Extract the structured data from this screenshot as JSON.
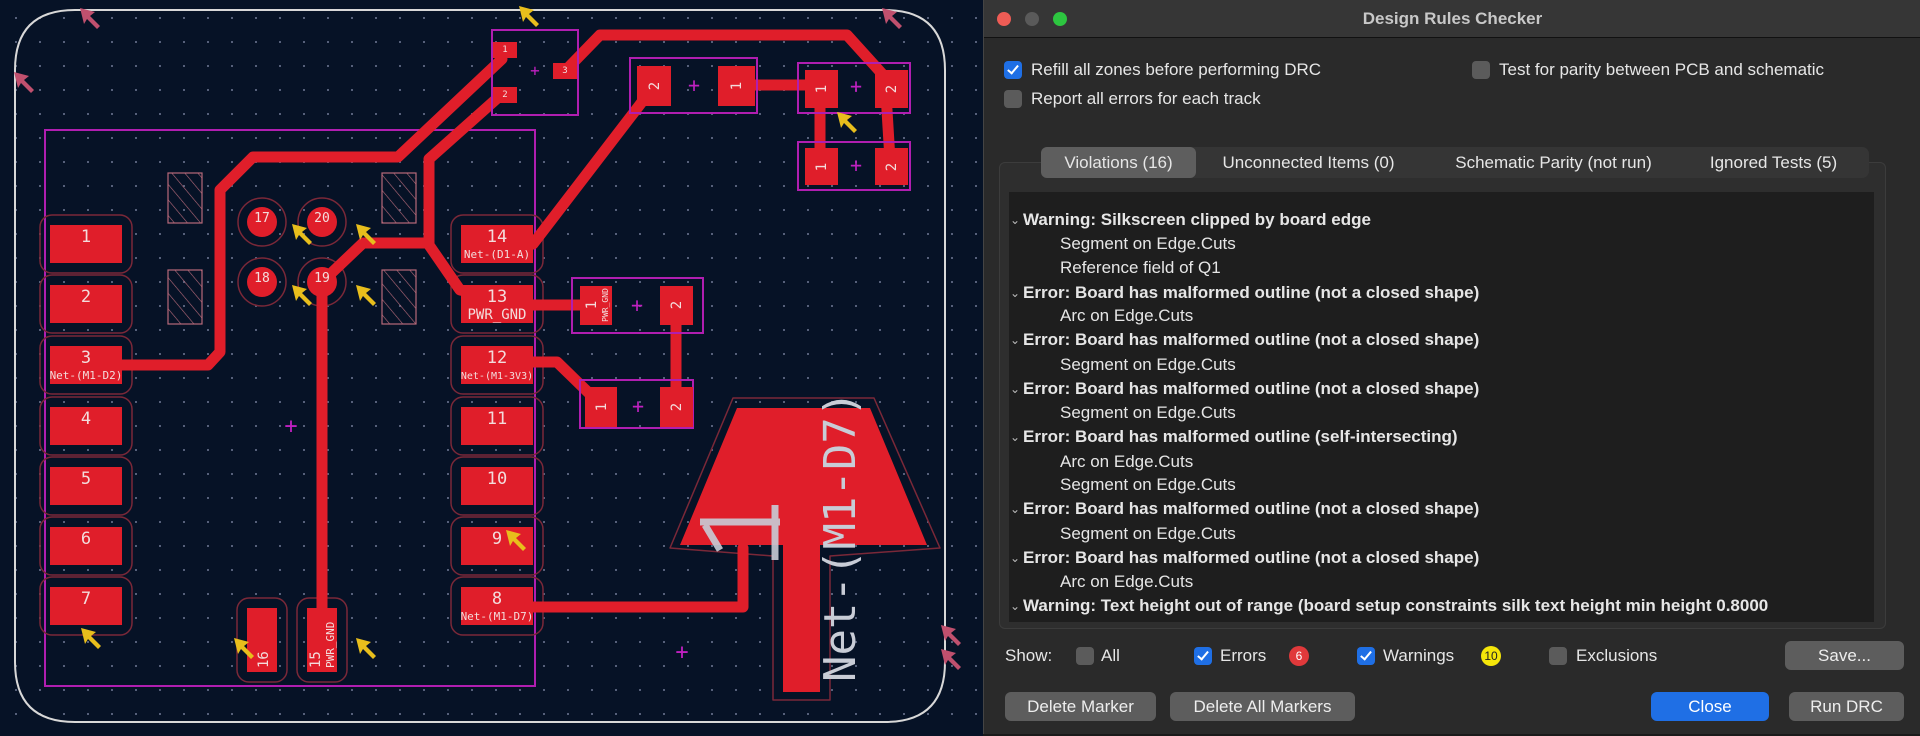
{
  "pcb": {
    "left_pads": [
      {
        "num": "1",
        "net": ""
      },
      {
        "num": "2",
        "net": ""
      },
      {
        "num": "3",
        "net": "Net-(M1-D2)"
      },
      {
        "num": "4",
        "net": ""
      },
      {
        "num": "5",
        "net": ""
      },
      {
        "num": "6",
        "net": ""
      },
      {
        "num": "7",
        "net": ""
      }
    ],
    "right_pads": [
      {
        "num": "14",
        "net": "Net-(D1-A)"
      },
      {
        "num": "13",
        "net": "PWR_GND"
      },
      {
        "num": "12",
        "net": "Net-(M1-3V3)"
      },
      {
        "num": "11",
        "net": ""
      },
      {
        "num": "10",
        "net": ""
      },
      {
        "num": "9",
        "net": ""
      },
      {
        "num": "8",
        "net": "Net-(M1-D7)"
      }
    ],
    "vias": [
      "17",
      "20",
      "18",
      "19"
    ],
    "bottom_pads": [
      {
        "num": "16",
        "net": ""
      },
      {
        "num": "15",
        "net": "PWR_GND"
      }
    ],
    "small_pads": [
      "1",
      "2",
      "3"
    ],
    "c1_pads": [
      "2",
      "1"
    ],
    "d_top_pads": [
      "1",
      "2"
    ],
    "d_bottom_pads": [
      "1",
      "2"
    ],
    "mid_top_pads": [
      {
        "num": "1",
        "net": "PWR_GND"
      },
      {
        "num": "2",
        "net": ""
      }
    ],
    "mid_bottom_pads": [
      "1",
      "2"
    ],
    "silk_label": "Net-(M1-D7)"
  },
  "dialog": {
    "title": "Design Rules Checker",
    "options": {
      "refill_zones": {
        "label": "Refill all zones before performing DRC",
        "checked": true
      },
      "report_all_errors": {
        "label": "Report all errors for each track",
        "checked": false
      },
      "test_parity": {
        "label": "Test for parity between PCB and schematic",
        "checked": false
      }
    },
    "tabs": [
      "Violations (16)",
      "Unconnected Items (0)",
      "Schematic Parity (not run)",
      "Ignored Tests (5)"
    ],
    "selected_tab": 0,
    "violations": [
      {
        "title": "Warning: Silkscreen clipped by board edge",
        "items": [
          "Segment on Edge.Cuts",
          "Reference field of Q1"
        ]
      },
      {
        "title": "Error: Board has malformed outline (not a closed shape)",
        "items": [
          "Arc on Edge.Cuts"
        ]
      },
      {
        "title": "Error: Board has malformed outline (not a closed shape)",
        "items": [
          "Segment on Edge.Cuts"
        ]
      },
      {
        "title": "Error: Board has malformed outline (not a closed shape)",
        "items": [
          "Segment on Edge.Cuts"
        ]
      },
      {
        "title": "Error: Board has malformed outline (self-intersecting)",
        "items": [
          "Arc on Edge.Cuts",
          "Segment on Edge.Cuts"
        ]
      },
      {
        "title": "Error: Board has malformed outline (not a closed shape)",
        "items": [
          "Segment on Edge.Cuts"
        ]
      },
      {
        "title": "Error: Board has malformed outline (not a closed shape)",
        "items": [
          "Arc on Edge.Cuts"
        ]
      },
      {
        "title": "Warning: Text height out of range (board setup constraints silk text height min height 0.8000",
        "items": []
      }
    ],
    "show": {
      "label": "Show:",
      "all": {
        "label": "All",
        "checked": false
      },
      "errors": {
        "label": "Errors",
        "checked": true,
        "count": "6",
        "color": "#e0393b"
      },
      "warnings": {
        "label": "Warnings",
        "checked": true,
        "count": "10",
        "color": "#f5e60a"
      },
      "exclusions": {
        "label": "Exclusions",
        "checked": false
      }
    },
    "buttons": {
      "save": "Save...",
      "delete_marker": "Delete Marker",
      "delete_all_markers": "Delete All Markers",
      "close": "Close",
      "run_drc": "Run DRC"
    }
  }
}
